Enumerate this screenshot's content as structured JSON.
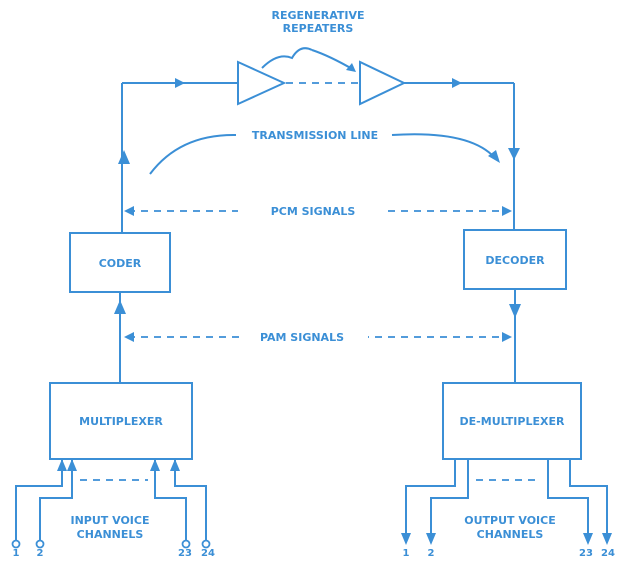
{
  "labels": {
    "regenerative_repeaters_line1": "REGENERATIVE",
    "regenerative_repeaters_line2": "REPEATERS",
    "transmission_line": "TRANSMISSION LINE",
    "pcm_signals": "PCM SIGNALS",
    "pam_signals": "PAM SIGNALS",
    "coder": "CODER",
    "decoder": "DECODER",
    "multiplexer": "MULTIPLEXER",
    "demultiplexer": "DE-MULTIPLEXER",
    "input_voice_line1": "INPUT VOICE",
    "input_voice_line2": "CHANNELS",
    "output_voice_line1": "OUTPUT VOICE",
    "output_voice_line2": "CHANNELS"
  },
  "input_channel_numbers": [
    "1",
    "2",
    "23",
    "24"
  ],
  "output_channel_numbers": [
    "1",
    "2",
    "23",
    "24"
  ],
  "colors": {
    "line": "#3b8fd6",
    "background": "#ffffff"
  }
}
